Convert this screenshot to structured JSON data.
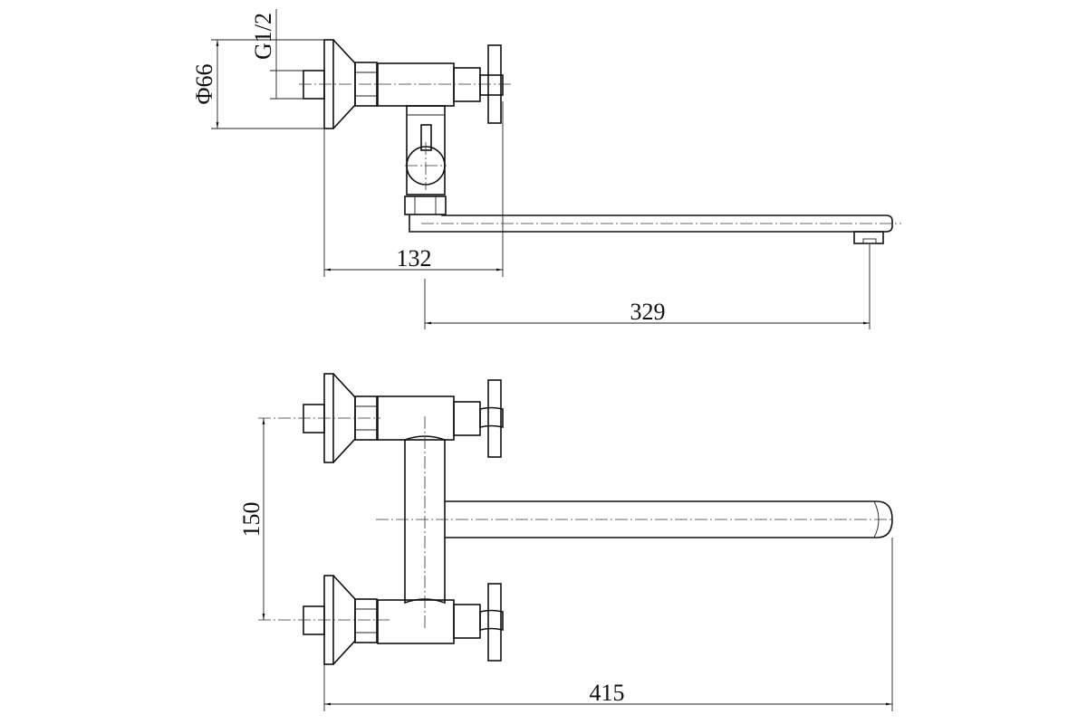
{
  "drawing": {
    "side_view": {
      "dimensions": {
        "flange_diameter": "Φ66",
        "thread": "G1/2",
        "wall_to_handle": "132",
        "spout_reach": "329"
      }
    },
    "front_view": {
      "dimensions": {
        "valve_spacing": "150",
        "overall_width": "415"
      }
    },
    "colors": {
      "line": "#111111",
      "background": "#ffffff"
    }
  }
}
